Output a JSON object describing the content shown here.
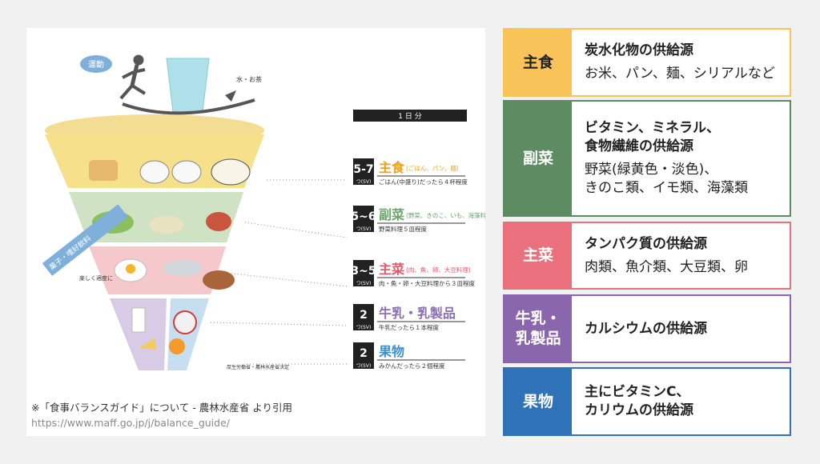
{
  "guide": {
    "exercise_label": "運動",
    "water_label": "水・お茶",
    "header_label": "1 日 分",
    "rotated_label": "菓子・嗜好飲料",
    "rotated_sub": "楽しく適度に",
    "sv_unit": "つ(SV)",
    "ministry_note": "厚生労働省・農林水産省決定",
    "levels": [
      {
        "count": "5-7",
        "name": "主食",
        "sub": "(ごはん、パン、麺)",
        "note": "ごはん(中盛り)だったら４杯程度",
        "color": "#e9a21a"
      },
      {
        "count": "5~6",
        "name": "副菜",
        "sub": "(野菜、きのこ、いも、海藻料理)",
        "note": "野菜料理５皿程度",
        "color": "#6aa56b"
      },
      {
        "count": "3~5",
        "name": "主菜",
        "sub": "(肉、魚、卵、大豆料理)",
        "note": "肉・魚・卵・大豆料理から３皿程度",
        "color": "#e05a6b"
      },
      {
        "count": "2",
        "name": "牛乳・乳製品",
        "sub": "",
        "note": "牛乳だったら１本程度",
        "color": "#8a6fb3"
      },
      {
        "count": "2",
        "name": "果物",
        "sub": "",
        "note": "みかんだったら２個程度",
        "color": "#3f8fcf"
      }
    ],
    "source_line": "※「食事バランスガイド」について - 農林水産省 より引用",
    "source_url": "https://www.maff.go.jp/j/balance_guide/"
  },
  "cards": [
    {
      "label": "主食",
      "title": "炭水化物の供給源",
      "detail": "お米、パン、麺、シリアルなど",
      "color": "#f8c45a",
      "text_dark": true
    },
    {
      "label": "副菜",
      "title": "ビタミン、ミネラル、\n食物繊維の供給源",
      "detail": "野菜(緑黄色・淡色)、\nきのこ類、イモ類、海藻類",
      "color": "#5e8c62",
      "text_dark": false
    },
    {
      "label": "主菜",
      "title": "タンパク質の供給源",
      "detail": "肉類、魚介類、大豆類、卵",
      "color": "#e9707c",
      "text_dark": false
    },
    {
      "label": "牛乳・\n乳製品",
      "title": "カルシウムの供給源",
      "detail": "",
      "color": "#8a66ad",
      "text_dark": false
    },
    {
      "label": "果物",
      "title": "主にビタミンC、\nカリウムの供給源",
      "detail": "",
      "color": "#2f72b8",
      "text_dark": false
    }
  ]
}
